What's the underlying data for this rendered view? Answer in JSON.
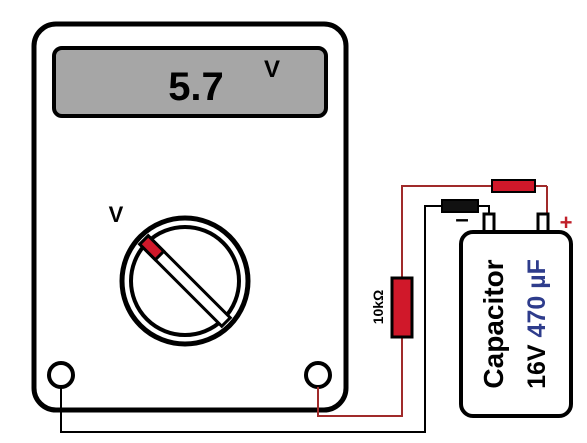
{
  "multimeter": {
    "reading": "5.7",
    "unit": "V",
    "dial_label": "V"
  },
  "resistor": {
    "label": "10kΩ"
  },
  "capacitor": {
    "name": "Capacitor",
    "voltage_rating": "16V",
    "capacitance_value": "470",
    "capacitance_unit": "µF",
    "negative_mark": "–",
    "positive_mark": "+"
  },
  "colors": {
    "meter_body": "#ffffff",
    "lcd": "#a6a6a6",
    "wire_red": "#a02a2a",
    "probe_red": "#d0182a",
    "probe_black": "#111111",
    "capacitance_text": "#2e3c8c",
    "positive_mark": "#c0202a"
  },
  "icons": {
    "dial": "rotary-selector-knob",
    "jacks": "probe-jack"
  }
}
